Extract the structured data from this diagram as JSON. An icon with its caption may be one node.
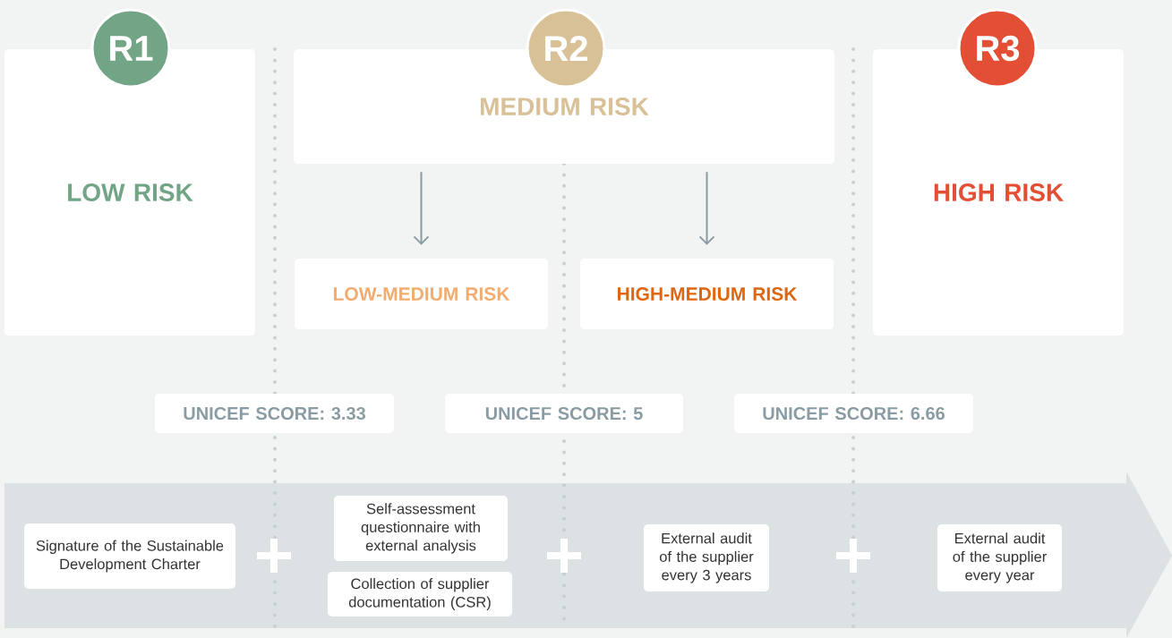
{
  "diagram": {
    "nodes": [
      {
        "text": [
          "R1"
        ]
      },
      {
        "text": [
          "LOW RISK"
        ]
      },
      {
        "text": [
          "R2"
        ]
      },
      {
        "text": [
          "MEDIUM RISK"
        ]
      },
      {
        "text": [
          "R3"
        ]
      },
      {
        "text": [
          "HIGH RISK"
        ]
      },
      {
        "text": [
          "LOW-MEDIUM RISK"
        ]
      },
      {
        "text": [
          "HIGH-MEDIUM RISK"
        ]
      },
      {
        "text": [
          "UNICEF SCORE: 3.33"
        ]
      },
      {
        "text": [
          "UNICEF SCORE: 5"
        ]
      },
      {
        "text": [
          "UNICEF SCORE: 6.66"
        ]
      },
      {
        "text": [],
        "shape": "arrow"
      },
      {
        "text": [
          "Signature of the Sustainable Development Charter"
        ],
        "in": 11
      },
      {
        "text": [
          "Self-assessment questionnaire with external analysis"
        ],
        "in": 11
      },
      {
        "text": [
          "Collection of supplier documentation (CSR)"
        ],
        "in": 11
      },
      {
        "text": [
          "External audit of the supplier every 3 years"
        ],
        "in": 11
      },
      {
        "text": [
          "External audit of the supplier every year"
        ],
        "in": 11
      }
    ],
    "edges": [
      {
        "from": 3,
        "to": 6,
        "arrow": "to"
      },
      {
        "from": 3,
        "to": 7,
        "arrow": "to"
      }
    ]
  }
}
